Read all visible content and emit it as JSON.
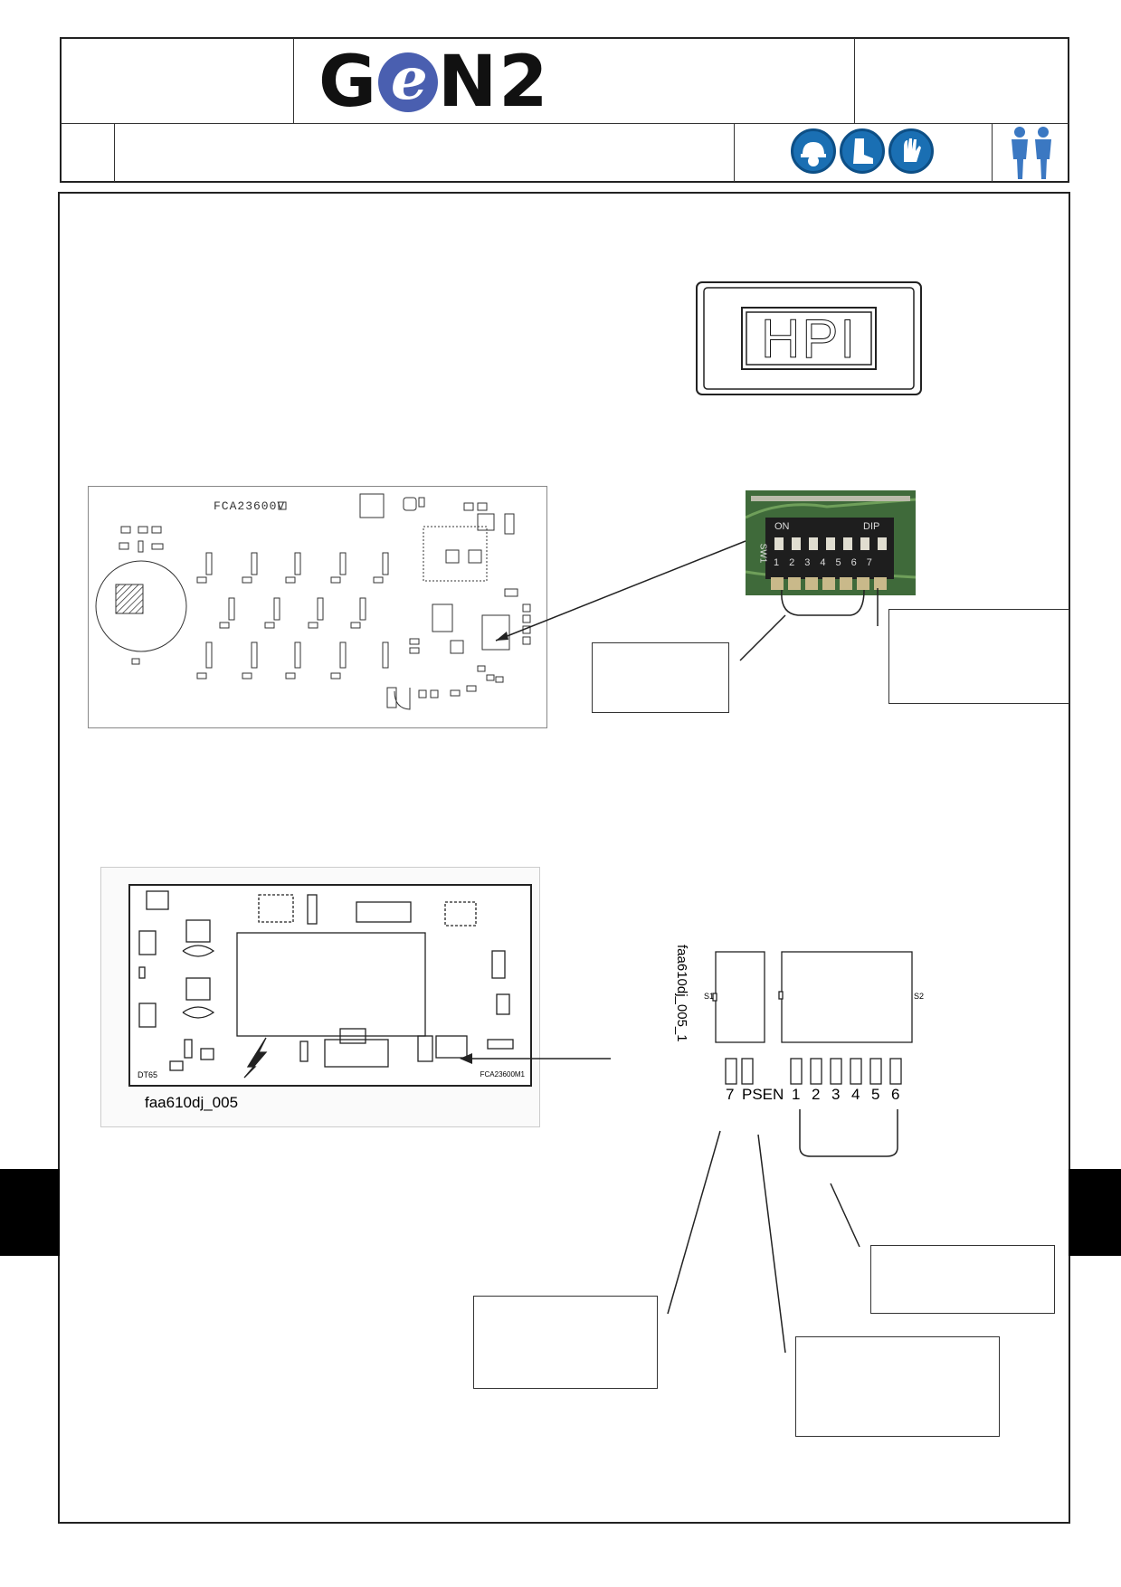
{
  "header": {
    "logo": "GeN2",
    "logo_parts": {
      "g": "G",
      "e": "e",
      "n2": "N2"
    },
    "ppe_icons": [
      "helmet-icon",
      "safety-boots-icon",
      "gloves-icon"
    ],
    "people_icon": "two-technicians-icon"
  },
  "hpi_label": "HPI",
  "board1": {
    "code": "FCA23600V",
    "dip": {
      "on": "ON",
      "dip": "DIP",
      "sw": "SW1",
      "numbers": [
        "1",
        "2",
        "3",
        "4",
        "5",
        "6",
        "7"
      ]
    }
  },
  "board2": {
    "caption": "faa610dj_005",
    "side_text": "faa610dj_005_1",
    "board_code": "FCA23600M1",
    "corner_label": "DT65",
    "labels": {
      "s1": "S1",
      "s2": "S2"
    },
    "switch_labels": [
      "7",
      "PSEN",
      "1",
      "2",
      "3",
      "4",
      "5",
      "6"
    ]
  },
  "colors": {
    "ppe_blue": "#1a6fb3",
    "tab_black": "#000000"
  }
}
